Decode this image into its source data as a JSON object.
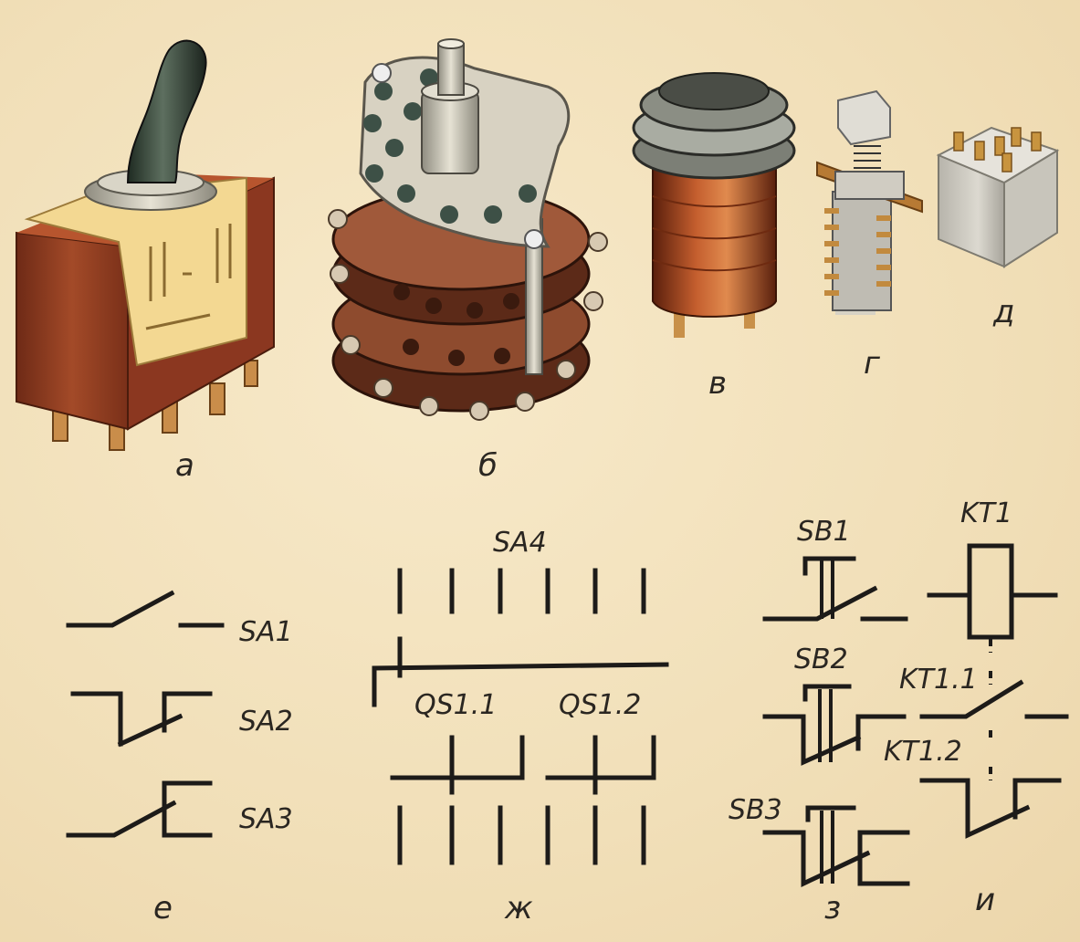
{
  "panels": {
    "a": "а",
    "b": "б",
    "v": "в",
    "g": "г",
    "d": "д",
    "e": "е",
    "zh": "ж",
    "z": "з",
    "i": "и"
  },
  "designators": {
    "sa1": "SA1",
    "sa2": "SA2",
    "sa3": "SA3",
    "sa4": "SA4",
    "qs11": "QS1.1",
    "qs12": "QS1.2",
    "sb1": "SB1",
    "sb2": "SB2",
    "sb3": "SB3",
    "kt1": "KT1",
    "kt11": "KT1.1",
    "kt12": "KT1.2"
  },
  "colors": {
    "background": "#f4e3bf",
    "ink": "#1d1b19",
    "bakelite": "#8a3a22",
    "metal": "#c8c4b6",
    "copper": "#a8522a"
  }
}
